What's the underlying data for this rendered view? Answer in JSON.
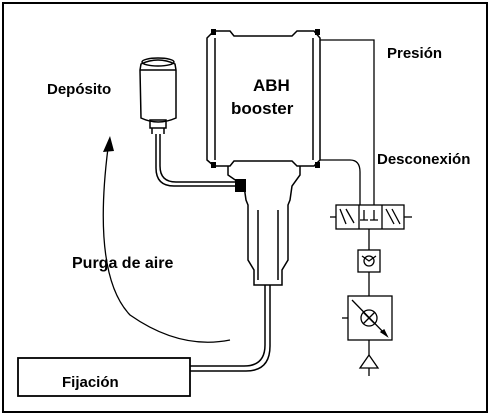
{
  "labels": {
    "presion": "Presión",
    "deposito": "Depósito",
    "abh_line1": "ABH",
    "abh_line2": "booster",
    "desconexion": "Desconexión",
    "purga": "Purga de aire",
    "fijacion": "Fijación"
  }
}
